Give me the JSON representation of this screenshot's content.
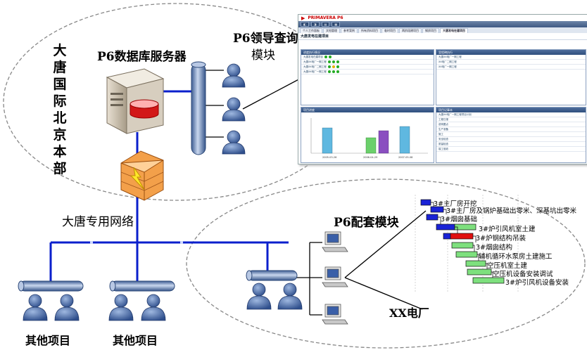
{
  "labels": {
    "hq_vertical": [
      "大",
      "唐",
      "国",
      "际",
      "北",
      "京",
      "本",
      "部"
    ],
    "db_server": "P6数据库服务器",
    "leader_module_line1": "P6领导查询",
    "leader_module_line2": "模块",
    "network": "大唐专用网络",
    "p6_support_module": "P6配套模块",
    "plant": "XX电厂",
    "other_project_1": "其他项目",
    "other_project_2": "其他项目"
  },
  "screenshot": {
    "brand": "PRIMAVERA P6",
    "tabs": [
      "个人工作面板",
      "文档管理",
      "参考案例",
      "所有资料项目",
      "临时项目",
      "两阶段建项目",
      "钢质项目",
      "大唐发电在建项目"
    ],
    "page_title": "大唐发电在建项目",
    "panel1_title": "进度执行情况",
    "panel2_title": "里程碑执行",
    "panel3_title": "项目进度",
    "panel4_title": "项目记事本",
    "panel1_rows": [
      "大唐发电在建项目",
      "大唐XX电厂一期工程",
      "大唐XX电厂二期工程",
      "大唐XX电厂一期工程"
    ],
    "panel2_rows": [
      "大唐XX电厂一期工程",
      "XX电厂二期工程",
      "XX电厂一期工程"
    ],
    "chart_dates": [
      "2005-03-26",
      "2006-04-29",
      "2007-05-08"
    ],
    "panel4_rows": [
      "大唐XX电厂一期工程项目计划",
      "工程日报",
      "说明要点",
      "生产准备",
      "施工",
      "安全检查",
      "质量检查",
      "竣工验收"
    ]
  },
  "gantt": {
    "tasks": [
      "3#主厂房开挖",
      "3#主厂房及锅炉基础出零米、深基坑出零米",
      "3#烟囱基础",
      "3#炉引风机室土建",
      "3#炉钢结构吊装",
      "3#烟囱结构",
      "辅机循环水泵房土建施工",
      "空压机室土建",
      "空压机设备安装调试",
      "3#炉引风机设备安装"
    ]
  },
  "colors": {
    "network_line": "#0a1fcc",
    "bus_pipe": "#6f8ec0",
    "gantt_blue": "#1a23d6",
    "gantt_green": "#7ee07e",
    "gantt_red": "#e01010",
    "firewall": "#e8842a"
  }
}
